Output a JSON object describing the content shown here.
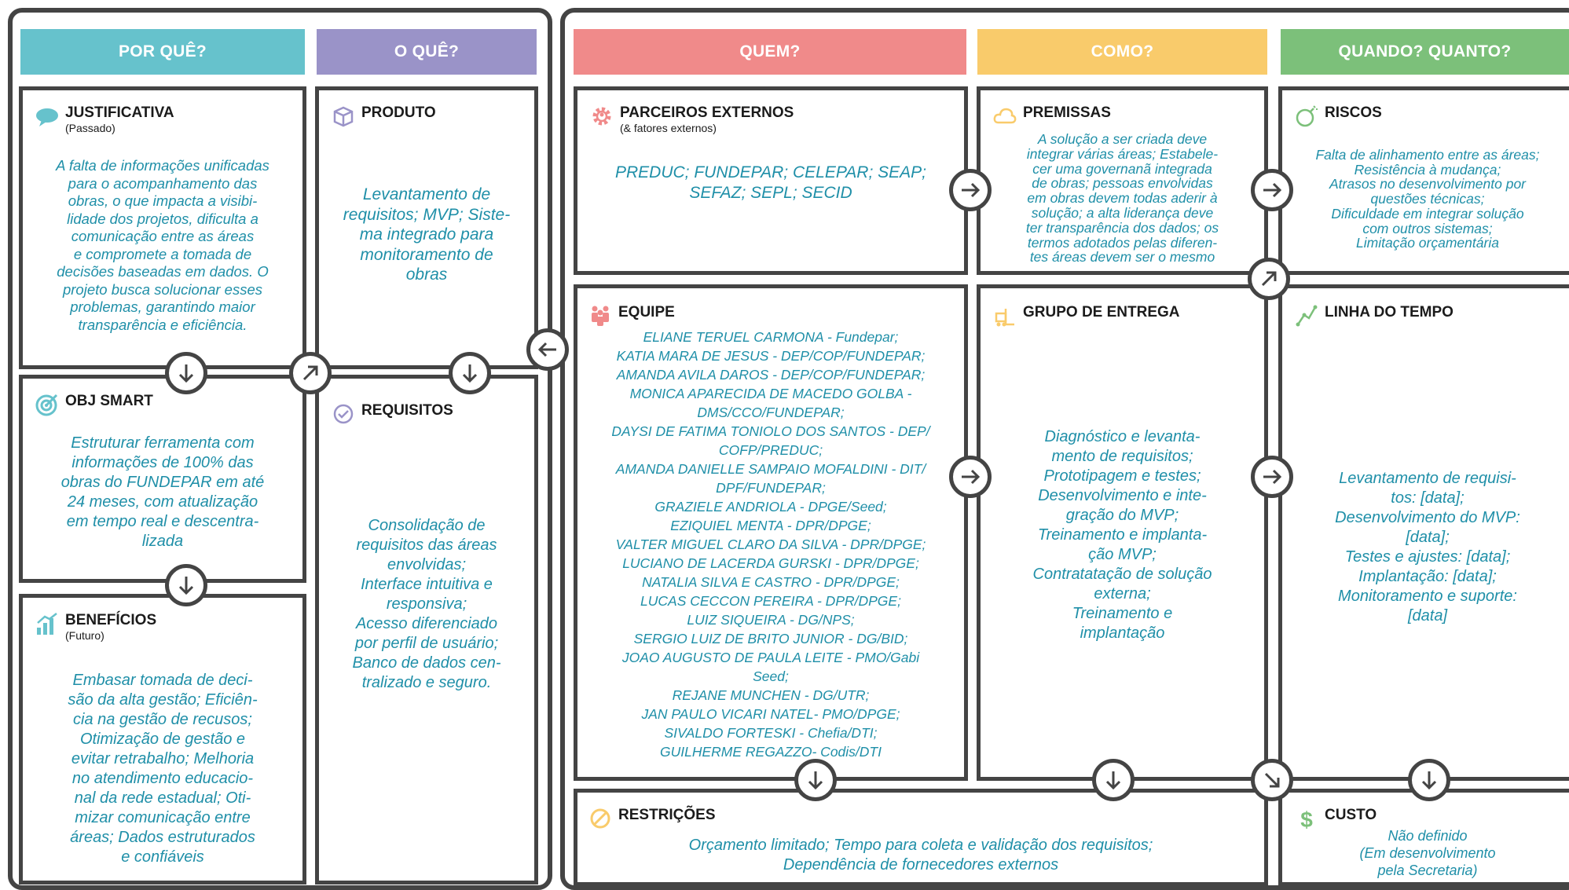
{
  "colors": {
    "why": "#66c2cc",
    "what": "#9a93c8",
    "who": "#f08a8a",
    "how": "#f9cb6b",
    "when": "#7cc07a",
    "text": "#1f8fa8",
    "border": "#444444"
  },
  "headers": {
    "why": "POR QUÊ?",
    "what": "O QUÊ?",
    "who": "QUEM?",
    "how": "COMO?",
    "when": "QUANDO? QUANTO?"
  },
  "justificativa": {
    "icon": "speech-bubble-icon",
    "title": "JUSTIFICATIVA",
    "subtitle": "(Passado)",
    "lines": [
      "A falta de informações unificadas",
      "para o acompanhamento das",
      "obras, o que impacta a visibi-",
      "lidade dos projetos, dificulta a",
      "comunicação entre as áreas",
      "e compromete a tomada de",
      "decisões baseadas em dados. O",
      "projeto busca solucionar esses",
      "problemas, garantindo maior",
      "transparência e eficiência."
    ]
  },
  "obj_smart": {
    "icon": "target-icon",
    "title": "OBJ SMART",
    "lines": [
      "Estruturar ferramenta com",
      "informações de 100% das",
      "obras do FUNDEPAR em até",
      "24 meses, com atualização",
      "em tempo real e descentra-",
      "lizada"
    ]
  },
  "beneficios": {
    "icon": "chart-growth-icon",
    "title": "BENEFÍCIOS",
    "subtitle": "(Futuro)",
    "lines": [
      "Embasar tomada de deci-",
      "são da alta gestão; Eficiên-",
      "cia na gestão de recusos;",
      "Otimização de gestão e",
      "evitar retrabalho; Melhoria",
      "no atendimento educacio-",
      "nal da rede estadual; Oti-",
      "mizar comunicação entre",
      "áreas; Dados estruturados",
      "e confiáveis"
    ]
  },
  "produto": {
    "icon": "box-icon",
    "title": "PRODUTO",
    "lines": [
      "Levantamento de",
      "requisitos; MVP; Siste-",
      "ma integrado para",
      "monitoramento de",
      "obras"
    ]
  },
  "requisitos": {
    "icon": "check-circle-icon",
    "title": "REQUISITOS",
    "lines": [
      "Consolidação de",
      "requisitos das áreas",
      "envolvidas;",
      "Interface intuitiva e",
      "responsiva;",
      "Acesso diferenciado",
      "por perfil de usuário;",
      "Banco de dados cen-",
      "tralizado e seguro."
    ]
  },
  "parceiros": {
    "icon": "gear-icon",
    "title": "PARCEIROS EXTERNOS",
    "subtitle": "(& fatores externos)",
    "lines": [
      "PREDUC; FUNDEPAR; CELEPAR; SEAP;",
      "SEFAZ; SEPL; SECID"
    ]
  },
  "equipe": {
    "icon": "people-icon",
    "title": "EQUIPE",
    "lines": [
      "ELIANE TERUEL CARMONA - Fundepar;",
      "KATIA MARA DE JESUS - DEP/COP/FUNDEPAR;",
      "AMANDA AVILA DAROS - DEP/COP/FUNDEPAR;",
      "MONICA APARECIDA DE MACEDO GOLBA -",
      "DMS/CCO/FUNDEPAR;",
      "DAYSI DE FATIMA TONIOLO DOS SANTOS - DEP/",
      "COFP/PREDUC;",
      "AMANDA DANIELLE SAMPAIO MOFALDINI - DIT/",
      "DPF/FUNDEPAR;",
      "GRAZIELE ANDRIOLA - DPGE/Seed;",
      "EZIQUIEL MENTA - DPR/DPGE;",
      "VALTER MIGUEL CLARO DA SILVA - DPR/DPGE;",
      "LUCIANO DE LACERDA GURSKI - DPR/DPGE;",
      "NATALIA SILVA E CASTRO - DPR/DPGE;",
      "LUCAS CECCON PEREIRA - DPR/DPGE;",
      "LUIZ SIQUEIRA - DG/NPS;",
      "SERGIO LUIZ DE BRITO JUNIOR - DG/BID;",
      "JOAO AUGUSTO DE PAULA LEITE - PMO/Gabi",
      "Seed;",
      "REJANE MUNCHEN - DG/UTR;",
      "JAN PAULO VICARI NATEL- PMO/DPGE;",
      "SIVALDO FORTESKI - Chefia/DTI;",
      "GUILHERME REGAZZO- Codis/DTI"
    ]
  },
  "premissas": {
    "icon": "cloud-icon",
    "title": "PREMISSAS",
    "lines": [
      "A solução a ser criada deve",
      "integrar várias áreas; Estabele-",
      "cer uma governanã integrada",
      "de obras; pessoas envolvidas",
      "em obras devem todas aderir à",
      "solução; a alta liderança deve",
      "ter transparência dos dados; os",
      "termos adotados pelas diferen-",
      "tes áreas devem ser o mesmo"
    ]
  },
  "grupo_entrega": {
    "icon": "forklift-icon",
    "title": "GRUPO DE ENTREGA",
    "lines": [
      "Diagnóstico e levanta-",
      "mento de requisitos;",
      "Prototipagem e testes;",
      "Desenvolvimento e inte-",
      "gração do MVP;",
      "Treinamento e implanta-",
      "ção MVP;",
      "Contratatação de solução",
      "externa;",
      "Treinamento e",
      "implantação"
    ]
  },
  "riscos": {
    "icon": "bomb-icon",
    "title": "RISCOS",
    "lines": [
      "Falta de alinhamento entre as áreas;",
      "Resistência à mudança;",
      "Atrasos no desenvolvimento por",
      "questões técnicas;",
      "Dificuldade em integrar solução",
      "com outros sistemas;",
      "Limitação orçamentária"
    ]
  },
  "linha_tempo": {
    "icon": "timeline-icon",
    "title": "LINHA DO TEMPO",
    "lines": [
      "Levantamento de requisi-",
      "tos: [data];",
      "Desenvolvimento do MVP:",
      "[data];",
      "Testes e ajustes: [data];",
      "Implantação: [data];",
      "Monitoramento e suporte:",
      "[data]"
    ]
  },
  "restricoes": {
    "icon": "prohibited-icon",
    "title": "RESTRIÇÕES",
    "lines": [
      "Orçamento limitado; Tempo para coleta e validação dos requisitos;",
      "Dependência de fornecedores externos"
    ]
  },
  "custo": {
    "icon": "dollar-icon",
    "title": "CUSTO",
    "lines": [
      "Não definido",
      "(Em desenvolvimento",
      "pela Secretaria)"
    ]
  },
  "arrows": {
    "down": "arrow-down-icon",
    "right": "arrow-right-icon",
    "left": "arrow-left-icon",
    "up_right": "arrow-up-right-icon",
    "down_right": "arrow-down-right-icon"
  }
}
